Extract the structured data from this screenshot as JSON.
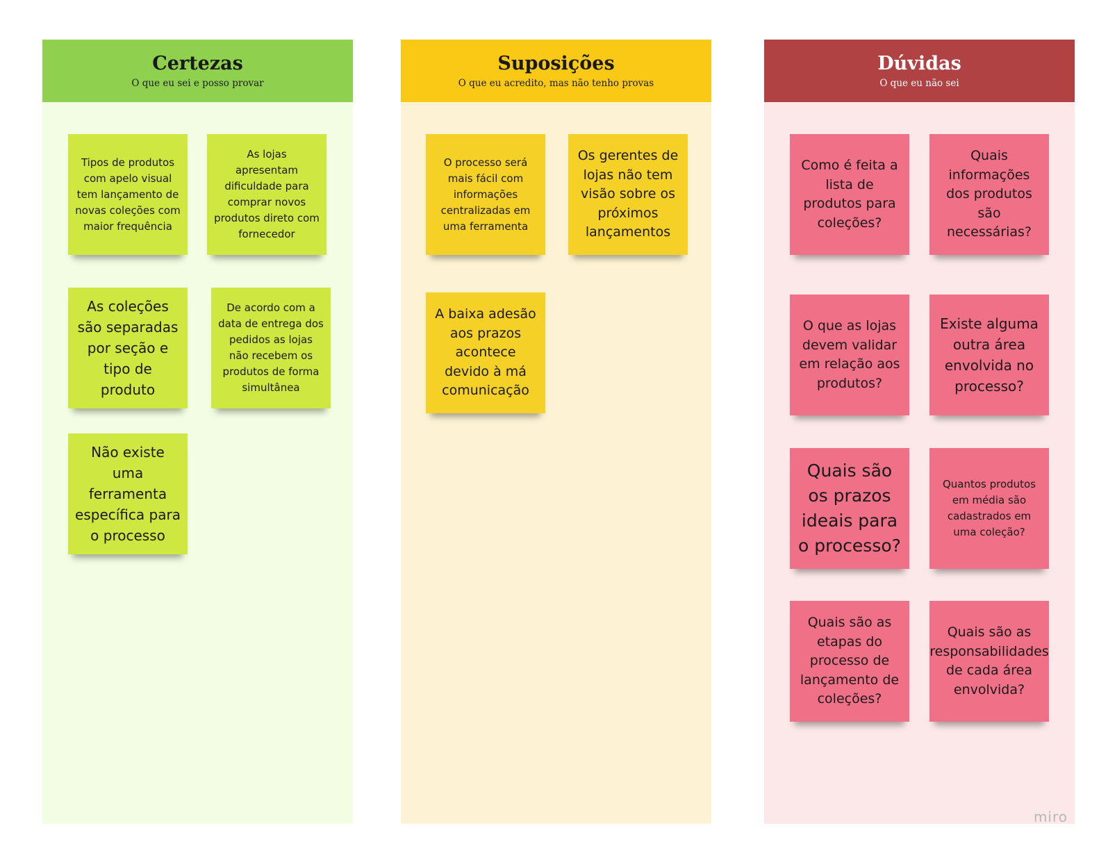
{
  "columns": [
    {
      "title": "Certezas",
      "subtitle": "O que eu sei e posso provar",
      "color": "#8fd14f",
      "notes": [
        "Tipos de produtos com apelo visual tem lançamento de novas coleções com maior frequência",
        "As lojas apresentam dificuldade para comprar novos produtos direto com fornecedor",
        "As coleções são separadas por seção e tipo de produto",
        "De acordo com a data de entrega dos pedidos as lojas não recebem os produtos de forma simultânea",
        "Não existe uma ferramenta específica para o processo"
      ]
    },
    {
      "title": "Suposições",
      "subtitle": "O que eu acredito, mas não tenho provas",
      "color": "#f9c916",
      "notes": [
        "O processo será mais fácil com informações centralizadas em uma ferramenta",
        "Os gerentes de lojas não tem visão sobre os próximos lançamentos",
        "A baixa adesão aos prazos acontece devido à má comunicação"
      ]
    },
    {
      "title": "Dúvidas",
      "subtitle": "O que eu não sei",
      "color": "#b04244",
      "notes": [
        "Como é feita a lista de produtos para coleções?",
        "Quais informações dos produtos são necessárias?",
        "O que as lojas devem validar em relação aos produtos?",
        "Existe alguma outra área envolvida no processo?",
        "Quais são os prazos ideais para o processo?",
        "Quantos produtos em média são cadastrados em uma coleção?",
        "Quais são as etapas do processo de lançamento de coleções?",
        "Quais são as responsabilidades de cada área envolvida?"
      ]
    }
  ],
  "watermark": "miro"
}
